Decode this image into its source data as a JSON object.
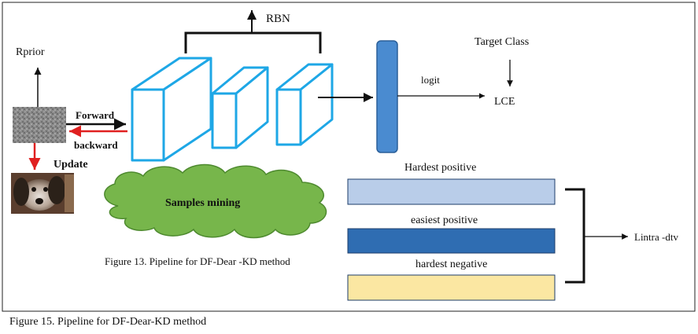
{
  "labels": {
    "rbn": "RBN",
    "rprior": "Rprior",
    "forward": "Forward",
    "backward": "backward",
    "update": "Update",
    "target_class": "Target Class",
    "logit": "logit",
    "lce": "LCE",
    "hardest_positive": "Hardest positive",
    "easiest_positive": "easiest positive",
    "hardest_negative": "hardest negative",
    "lintra": "Lintra -dtv",
    "samples_mining": "Samples mining",
    "inner_caption": "Figure 13. Pipeline  for DF-Dear -KD method"
  },
  "caption": "Figure 15. Pipeline for DF-Dear-KD method",
  "colors": {
    "block_stroke": "#1ea7e6",
    "logit_bar": "#4a8bd0",
    "hardest_positive_bar": "#b9cde9",
    "easiest_positive_bar": "#2f6db2",
    "hardest_negative_bar": "#fbe7a2",
    "cloud": "#77b64b",
    "arrow_red": "#e02020"
  }
}
